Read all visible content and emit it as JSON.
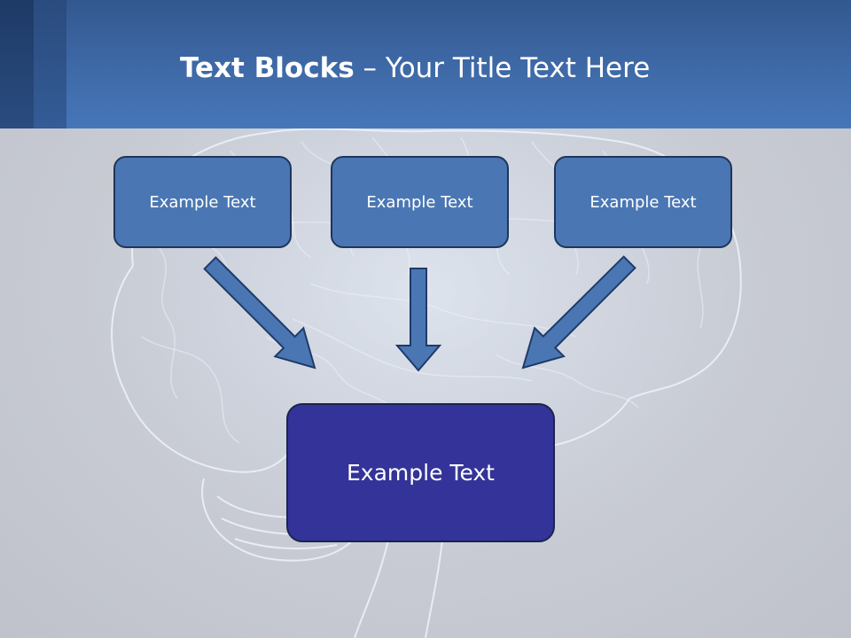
{
  "slide": {
    "title_bold": "Text Blocks",
    "title_separator": " – ",
    "title_rest": "Your Title Text Here"
  },
  "diagram": {
    "top_boxes": [
      {
        "label": "Example Text"
      },
      {
        "label": "Example Text"
      },
      {
        "label": "Example Text"
      }
    ],
    "main_box": {
      "label": "Example Text"
    }
  },
  "colors": {
    "header": "#4172b4",
    "top_box_fill": "#4a77b4",
    "main_box_fill": "#333399",
    "arrow_fill": "#4a77b4",
    "background": "#c4c7d0"
  },
  "icons": {
    "background_image": "brain-illustration",
    "arrows": [
      "arrow-down-right-icon",
      "arrow-down-icon",
      "arrow-down-left-icon"
    ]
  }
}
